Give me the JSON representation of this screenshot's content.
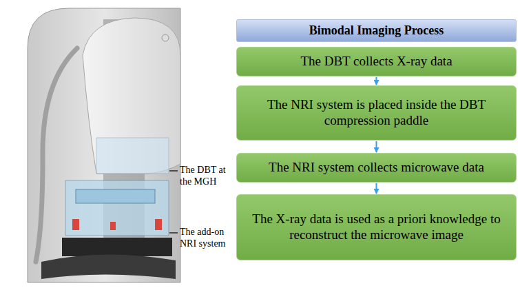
{
  "diagram": {
    "nodes": [
      {
        "text": [
          "Bimodal Imaging Process"
        ]
      },
      {
        "text": [
          "The DBT collects X-ray data"
        ]
      },
      {
        "text": [
          "The NRI system is placed inside the DBT compression paddle"
        ]
      },
      {
        "text": [
          "The NRI system collects microwave data"
        ]
      },
      {
        "text": [
          "The X-ray data is used as a priori knowledge to reconstruct the microwave image"
        ]
      }
    ],
    "edges": [
      {
        "from": 1,
        "to": 2,
        "arrow": "to"
      },
      {
        "from": 2,
        "to": 3,
        "arrow": "to"
      },
      {
        "from": 3,
        "to": 4,
        "arrow": "to"
      }
    ],
    "labels": [
      "The DBT at the MGH",
      "The add-on NRI system"
    ]
  }
}
